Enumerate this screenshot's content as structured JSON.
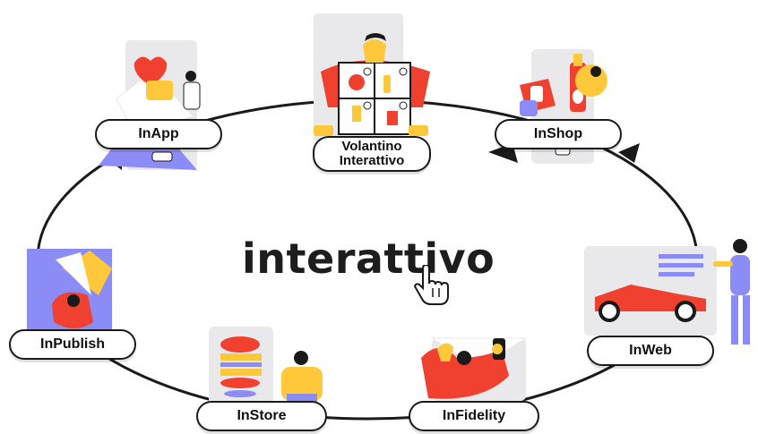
{
  "logo": {
    "text": "interattivo"
  },
  "nodes": {
    "inapp": {
      "label": "InApp"
    },
    "volantino": {
      "label_line1": "Volantino",
      "label_line2": "Interattivo"
    },
    "inshop": {
      "label": "InShop"
    },
    "inweb": {
      "label": "InWeb"
    },
    "infidelity": {
      "label": "InFidelity"
    },
    "instore": {
      "label": "InStore"
    },
    "inpublish": {
      "label": "InPublish"
    }
  },
  "colors": {
    "accent_red": "#f0402f",
    "accent_yellow": "#ffc83a",
    "accent_violet": "#8b8cf5",
    "panel_grey": "#e9e9ec",
    "outline": "#1a1a1a"
  }
}
